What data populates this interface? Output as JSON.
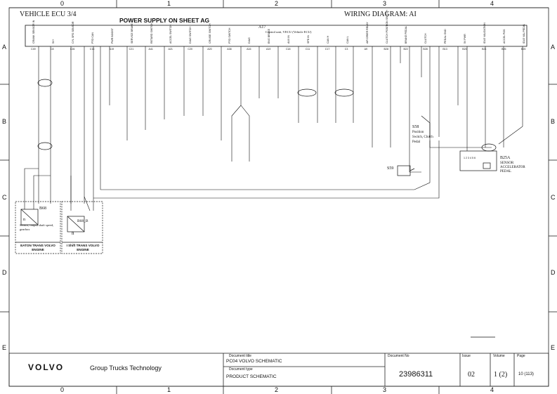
{
  "header": {
    "left_title": "VEHICLE ECU 3/4",
    "center_title": "POWER SUPPLY ON SHEET AG",
    "right_title": "WIRING DIAGRAM: AI"
  },
  "columns_top": [
    "0",
    "1",
    "2",
    "3",
    "4"
  ],
  "columns_bottom": [
    "0",
    "1",
    "2",
    "3",
    "4"
  ],
  "rows": [
    "A",
    "B",
    "C",
    "D",
    "E"
  ],
  "ecu": {
    "ref": "A17",
    "name": "Control unit, VECU (Vehicle ECU)",
    "pins": [
      {
        "label": "CRANK SENSOR IN",
        "code": "C49"
      },
      {
        "label": "5V+",
        "code": "C8"
      },
      {
        "label": "CYL SPD SENSOR",
        "code": "C26"
      },
      {
        "label": "PTO CAN",
        "code": "C16"
      },
      {
        "label": "PWR BOOST",
        "code": "A19"
      },
      {
        "label": "SERVICE BRAKE",
        "code": "C21"
      },
      {
        "label": "RETARD SWITCH",
        "code": "A41"
      },
      {
        "label": "ACCEL SWITCH",
        "code": "A21"
      },
      {
        "label": "DIAG SWITCH",
        "code": "C20"
      },
      {
        "label": "CRUISE SWITCH",
        "code": "A20"
      },
      {
        "label": "PTO SWITCH",
        "code": "A38"
      },
      {
        "label": "DIAG",
        "code": "A16"
      },
      {
        "label": "ENG BRAKE",
        "code": "A19"
      },
      {
        "label": "AUX IN",
        "code": "C18"
      },
      {
        "label": "SPD IN",
        "code": "C11"
      },
      {
        "label": "CAN H",
        "code": "C17"
      },
      {
        "label": "CAN L",
        "code": "C3"
      },
      {
        "label": "AIR DRIER RELAY",
        "code": "A9"
      },
      {
        "label": "CLUTCH POSITION SWITCH",
        "code": "B28"
      },
      {
        "label": "BRAKE PEDAL",
        "code": "B22"
      },
      {
        "label": "CLUTCH",
        "code": "B28"
      },
      {
        "label": "PEDAL GND",
        "code": "B13"
      },
      {
        "label": "5V PWR",
        "code": "B20"
      },
      {
        "label": "IDLE VALIDATION",
        "code": "B21"
      },
      {
        "label": "ACCEL POS",
        "code": "B26"
      },
      {
        "label": "IDLE VAL PEDAL",
        "code": "B25"
      }
    ]
  },
  "components": {
    "b68": {
      "ref": "B68",
      "pin": "n",
      "desc": "Sensor, output shaft speed, gearbox",
      "variant": "EATON TRANS VOLVO ENGINE"
    },
    "b68b": {
      "ref": "B68_B",
      "pin": "n",
      "variant": "I Shift TRANS VOLVO ENGINE"
    },
    "s58": {
      "ref": "S58",
      "desc": "Position Switch, Clutch Pedal"
    },
    "s59": {
      "ref": "S59"
    },
    "b25a": {
      "ref": "B25A",
      "desc": "SENSOR ACCELERATOR PEDAL",
      "pins": "1 2 3 4 5 6"
    }
  },
  "title_block": {
    "company": "VOLVO",
    "division": "Group Trucks Technology",
    "doc_title_label": "Document title",
    "doc_title": "PC04 VOLVO SCHEMATIC",
    "doc_type_label": "Document type",
    "doc_type": "PRODUCT SCHEMATIC",
    "doc_no_label": "Document No",
    "doc_no": "23986311",
    "issue_label": "Issue",
    "issue": "02",
    "volume_label": "Volume",
    "volume": "1 (2)",
    "page_label": "Page",
    "page": "10 (113)"
  },
  "colors": {
    "line": "#111111",
    "frame": "#222222"
  }
}
